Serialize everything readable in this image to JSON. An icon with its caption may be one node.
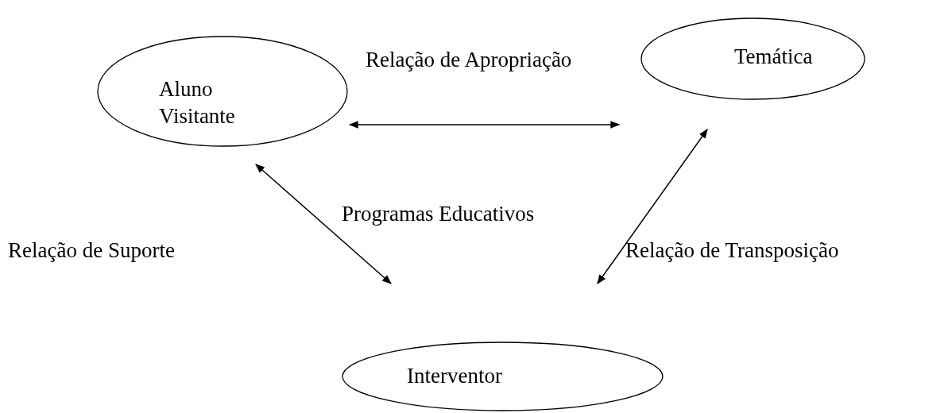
{
  "diagram": {
    "nodes": [
      {
        "text": [
          "Aluno Visitante"
        ]
      },
      {
        "text": [
          "Temática"
        ]
      },
      {
        "text": [
          "Interventor"
        ]
      }
    ],
    "edges": [
      {
        "from": 0,
        "to": 1,
        "arrow": "both"
      },
      {
        "from": 0,
        "to": 2,
        "arrow": "both"
      },
      {
        "from": 1,
        "to": 2,
        "arrow": "both"
      }
    ],
    "labels": [
      "Relação de Apropriação",
      "Programas Educativos",
      "Relação de Suporte",
      "Relação de Transposição"
    ]
  }
}
